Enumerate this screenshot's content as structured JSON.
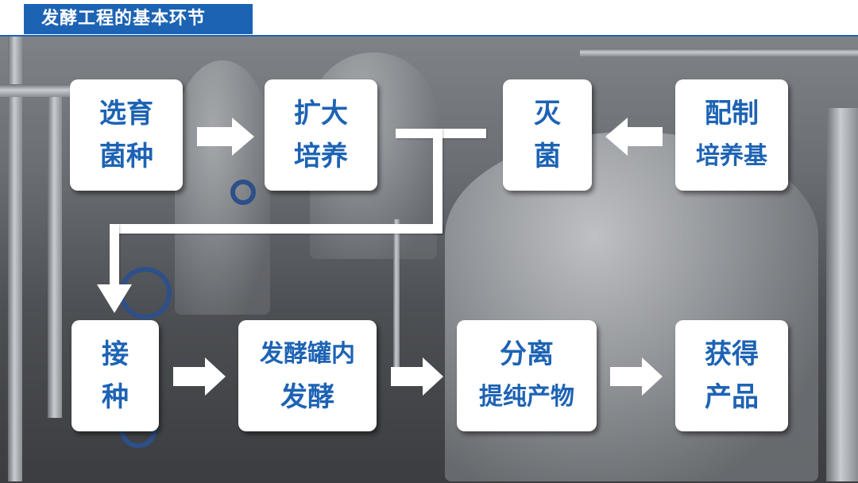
{
  "header": {
    "title": "发酵工程的基本环节"
  },
  "steps": {
    "s1": {
      "line1": "选育",
      "line2": "菌种"
    },
    "s2": {
      "line1": "扩大",
      "line2": "培养"
    },
    "s3": {
      "line1": "灭",
      "line2": "菌"
    },
    "s4": {
      "line1": "配制",
      "line2": "培养基"
    },
    "s5": {
      "line1": "接",
      "line2": "种"
    },
    "s6": {
      "line1": "发酵罐内",
      "line2": "发酵"
    },
    "s7": {
      "line1": "分离",
      "line2": "提纯产物"
    },
    "s8": {
      "line1": "获得",
      "line2": "产品"
    }
  },
  "colors": {
    "accent": "#1d63b4",
    "box": "#ffffff"
  }
}
